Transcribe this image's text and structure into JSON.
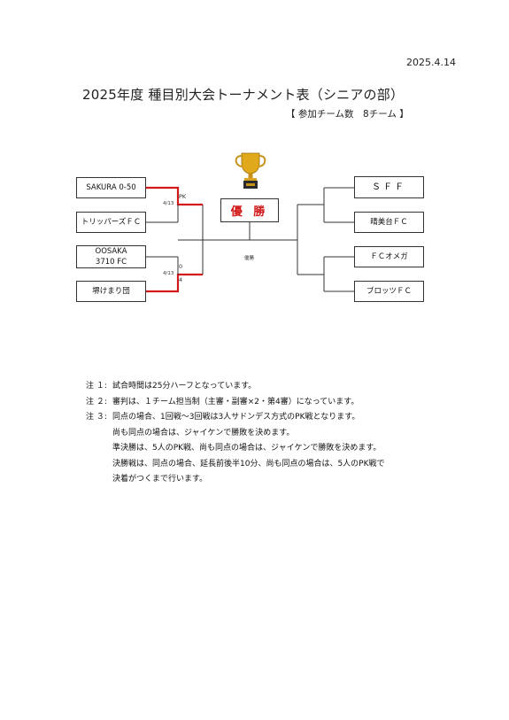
{
  "date": "2025.4.14",
  "title": "2025年度 種目別大会トーナメント表（シニアの部）",
  "subtitle": "【 参加チーム数　8チーム 】",
  "trophy_icon": "trophy-icon",
  "champion_label": "優 勝",
  "final_label": "優勝",
  "left_teams": [
    {
      "line1": "SAKURA 0-50",
      "line2": ""
    },
    {
      "line1": "トリッパーズＦＣ",
      "line2": ""
    },
    {
      "line1": "OOSAKA",
      "line2": "3710 FC"
    },
    {
      "line1": "堺けまり団",
      "line2": ""
    }
  ],
  "right_teams": [
    "ＳＦＦ",
    "晴美台ＦＣ",
    "ＦＣオメガ",
    "ブロッツＦＣ"
  ],
  "match1": {
    "date": "4/13",
    "note": "PK"
  },
  "match2": {
    "date": "4/13",
    "score_top": "0",
    "score_bottom": "4"
  },
  "colors": {
    "winner_line": "#d21a1a",
    "line": "#333333"
  },
  "notes": [
    {
      "label": "注 １:",
      "text": "試合時間は25分ハーフとなっています。"
    },
    {
      "label": "注 ２:",
      "text": "審判は、１チーム担当制（主審・副審×2・第4審）になっています。"
    },
    {
      "label": "注 ３:",
      "text": "同点の場合、1回戦～3回戦は3人サドンデス方式のPK戦となります。"
    },
    {
      "label": "",
      "text": "尚も同点の場合は、ジャイケンで勝敗を決めます。"
    },
    {
      "label": "",
      "text": "準決勝は、5人のPK戦、尚も同点の場合は、ジャイケンで勝敗を決めます。"
    },
    {
      "label": "",
      "text": "決勝戦は、同点の場合、延長前後半10分、尚も同点の場合は、5人のPK戦で"
    },
    {
      "label": "",
      "text": "決着がつくまで行います。"
    }
  ]
}
